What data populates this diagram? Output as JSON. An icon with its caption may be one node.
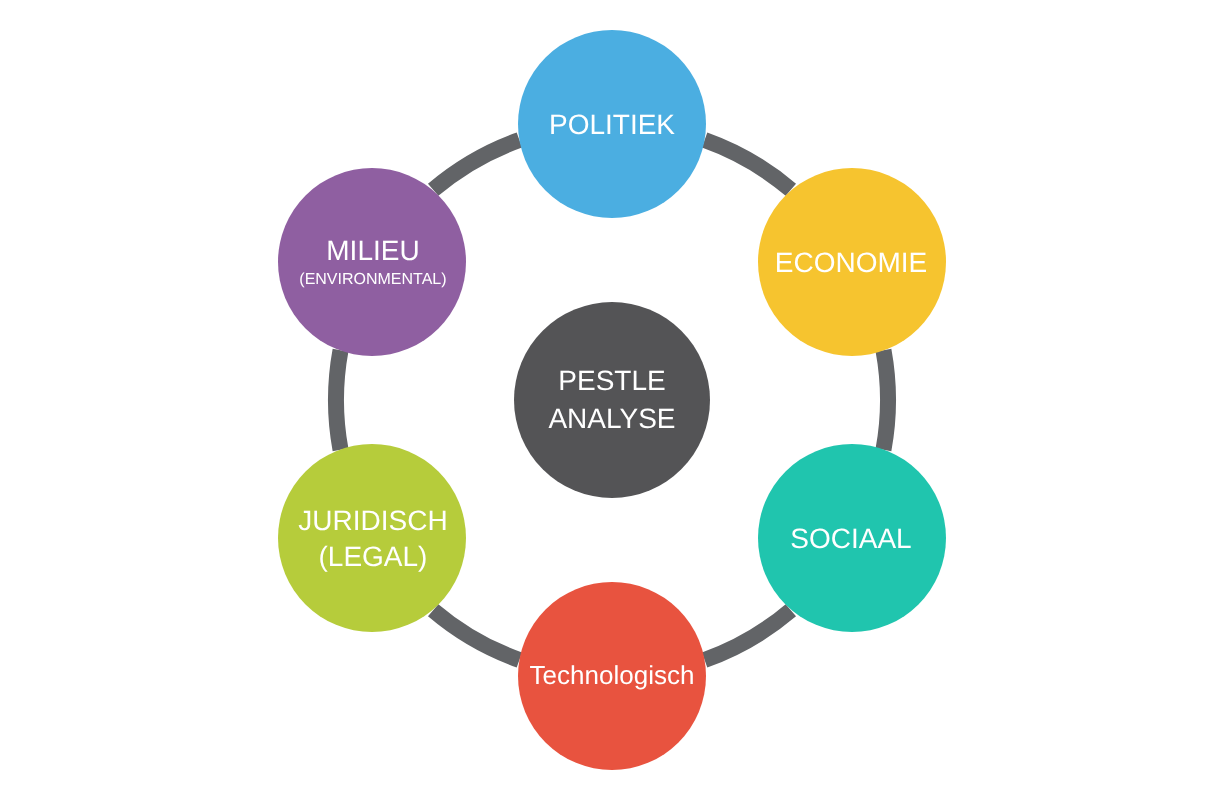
{
  "diagram": {
    "nodes": [
      {
        "text": [
          "POLITIEK"
        ]
      },
      {
        "text": [
          "MILIEU",
          "(ENVIRONMENTAL)"
        ]
      },
      {
        "text": [
          "ECONOMIE"
        ]
      },
      {
        "text": [
          "PESTLE ANALYSE"
        ]
      },
      {
        "text": [
          "JURIDISCH (LEGAL)"
        ]
      },
      {
        "text": [
          "SOCIAAL"
        ]
      },
      {
        "text": [
          "Technologisch"
        ]
      }
    ],
    "edges": [
      {
        "from": 0,
        "to": 2,
        "arrow": "none"
      },
      {
        "from": 2,
        "to": 5,
        "arrow": "none"
      },
      {
        "from": 5,
        "to": 6,
        "arrow": "none"
      },
      {
        "from": 6,
        "to": 4,
        "arrow": "none"
      },
      {
        "from": 4,
        "to": 1,
        "arrow": "none"
      },
      {
        "from": 1,
        "to": 0,
        "arrow": "none"
      }
    ]
  }
}
